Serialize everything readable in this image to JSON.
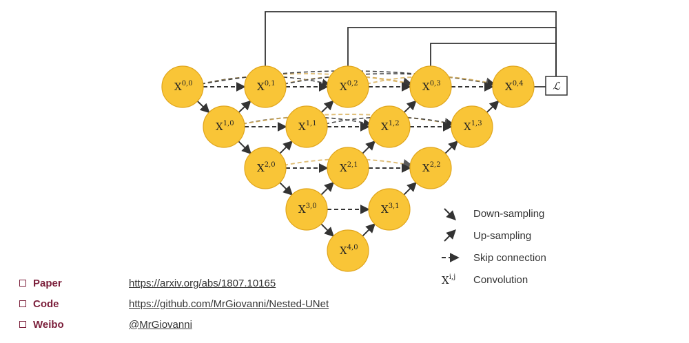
{
  "diagram": {
    "nodes": [
      {
        "id": "n00",
        "base": "X",
        "sup": "0,0"
      },
      {
        "id": "n01",
        "base": "X",
        "sup": "0,1"
      },
      {
        "id": "n02",
        "base": "X",
        "sup": "0,2"
      },
      {
        "id": "n03",
        "base": "X",
        "sup": "0,3"
      },
      {
        "id": "n04",
        "base": "X",
        "sup": "0,4"
      },
      {
        "id": "n10",
        "base": "X",
        "sup": "1,0"
      },
      {
        "id": "n11",
        "base": "X",
        "sup": "1,1"
      },
      {
        "id": "n12",
        "base": "X",
        "sup": "1,2"
      },
      {
        "id": "n13",
        "base": "X",
        "sup": "1,3"
      },
      {
        "id": "n20",
        "base": "X",
        "sup": "2,0"
      },
      {
        "id": "n21",
        "base": "X",
        "sup": "2,1"
      },
      {
        "id": "n22",
        "base": "X",
        "sup": "2,2"
      },
      {
        "id": "n30",
        "base": "X",
        "sup": "3,0"
      },
      {
        "id": "n31",
        "base": "X",
        "sup": "3,1"
      },
      {
        "id": "n40",
        "base": "X",
        "sup": "4,0"
      }
    ],
    "loss_symbol": "ℒ"
  },
  "legend": {
    "down": "Down-sampling",
    "up": "Up-sampling",
    "skip": "Skip connection",
    "conv_base": "X",
    "conv_sup": "i,j",
    "conv": "Convolution"
  },
  "links": [
    {
      "label": "Paper",
      "url": "https://arxiv.org/abs/1807.10165"
    },
    {
      "label": "Code",
      "url": "https://github.com/MrGiovanni/Nested-UNet"
    },
    {
      "label": "Weibo",
      "url": "@MrGiovanni"
    }
  ],
  "colors": {
    "node": "#f9c537",
    "accent": "#7b1e3a"
  }
}
